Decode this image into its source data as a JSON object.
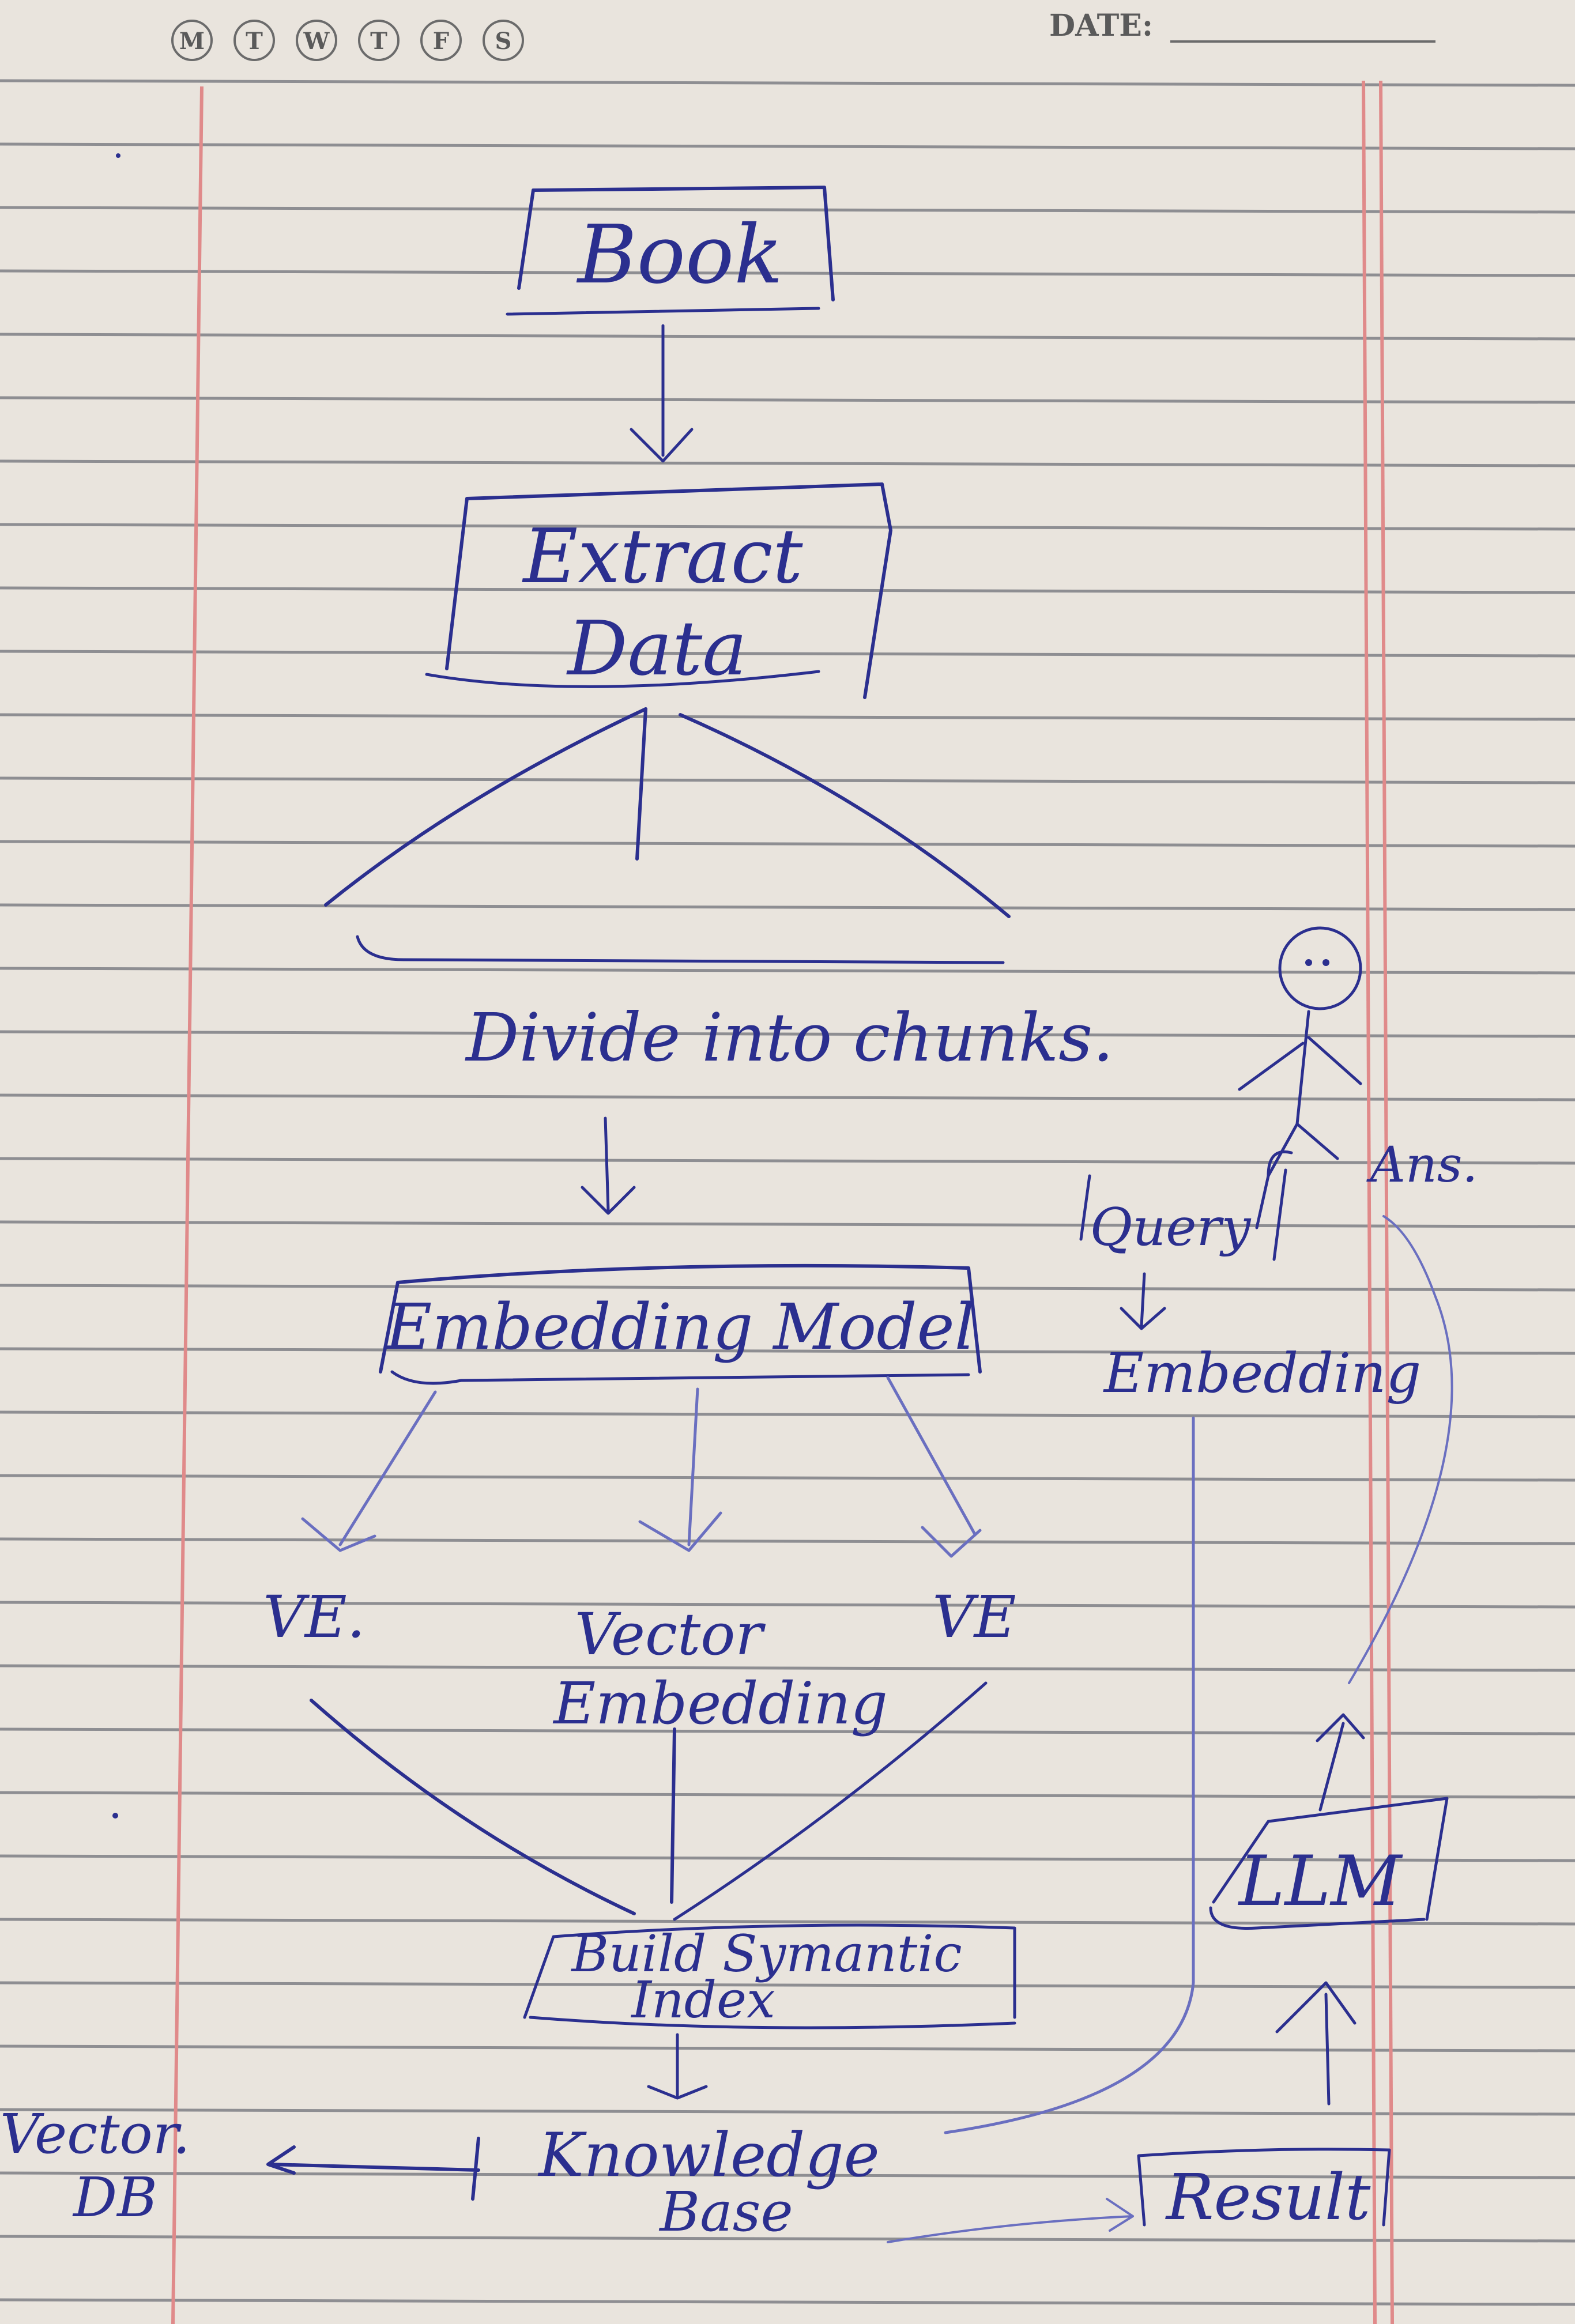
{
  "header": {
    "days": [
      "M",
      "T",
      "W",
      "T",
      "F",
      "S"
    ],
    "date_label": "DATE:"
  },
  "diagram": {
    "book": "Book",
    "extract_line1": "Extract",
    "extract_line2": "Data",
    "divide": "Divide into chunks.",
    "embedding_model": "Embedding Model",
    "ve_left": "VE.",
    "vector_embedding_line1": "Vector",
    "vector_embedding_line2": "Embedding",
    "ve_right": "VE",
    "semantic_line1": "Build Symantic",
    "semantic_line2": "Index",
    "knowledge_line1": "Knowledge",
    "knowledge_line2": "Base",
    "vector_db_line1": "Vector.",
    "vector_db_line2": "DB",
    "query": "Query",
    "query_embedding": "Embedding",
    "ans": "Ans.",
    "llm": "LLM",
    "result": "Result"
  },
  "colors": {
    "paper": "#e9e4dd",
    "rule": "#8e8e92",
    "margin": "#e08a8a",
    "ink": "#2b2f8f"
  }
}
